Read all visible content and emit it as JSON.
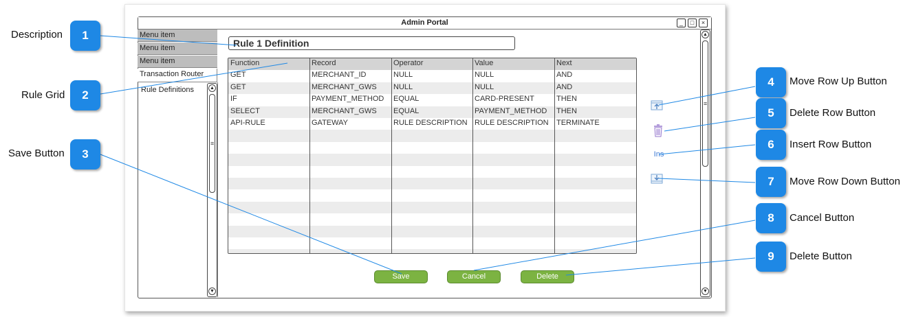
{
  "window": {
    "title": "Admin Portal",
    "controls": [
      "_",
      "□",
      "×"
    ]
  },
  "menu": {
    "items": [
      "Menu item",
      "Menu item",
      "Menu item"
    ],
    "active": "Transaction Router",
    "subitem": "Rule Definitions"
  },
  "description": "Rule 1 Definition",
  "grid": {
    "headers": [
      "Function",
      "Record",
      "Operator",
      "Value",
      "Next"
    ],
    "rows": [
      [
        "GET",
        "MERCHANT_ID",
        "NULL",
        "NULL",
        "AND"
      ],
      [
        "GET",
        "MERCHANT_GWS",
        "NULL",
        "NULL",
        "AND"
      ],
      [
        "IF",
        "PAYMENT_METHOD",
        "EQUAL",
        "CARD-PRESENT",
        "THEN"
      ],
      [
        "SELECT",
        "MERCHANT_GWS",
        "EQUAL",
        "PAYMENT_METHOD",
        "THEN"
      ],
      [
        "API-RULE",
        "GATEWAY",
        "RULE DESCRIPTION",
        "RULE DESCRIPTION",
        "TERMINATE"
      ]
    ]
  },
  "side_buttons": {
    "insert_label": "Ins"
  },
  "buttons": {
    "save": "Save",
    "cancel": "Cancel",
    "delete": "Delete"
  },
  "callouts": [
    {
      "num": "1",
      "label": "Description"
    },
    {
      "num": "2",
      "label": "Rule Grid"
    },
    {
      "num": "3",
      "label": "Save Button"
    },
    {
      "num": "4",
      "label": "Move Row Up Button"
    },
    {
      "num": "5",
      "label": "Delete Row Button"
    },
    {
      "num": "6",
      "label": "Insert Row Button"
    },
    {
      "num": "7",
      "label": "Move Row Down Button"
    },
    {
      "num": "8",
      "label": "Cancel Button"
    },
    {
      "num": "9",
      "label": "Delete Button"
    }
  ],
  "colors": {
    "badge": "#1e88e5",
    "button": "#7cb342",
    "callout_line": "#1e88e5",
    "header": "#d4d4d4",
    "row_alt": "#ececec"
  }
}
